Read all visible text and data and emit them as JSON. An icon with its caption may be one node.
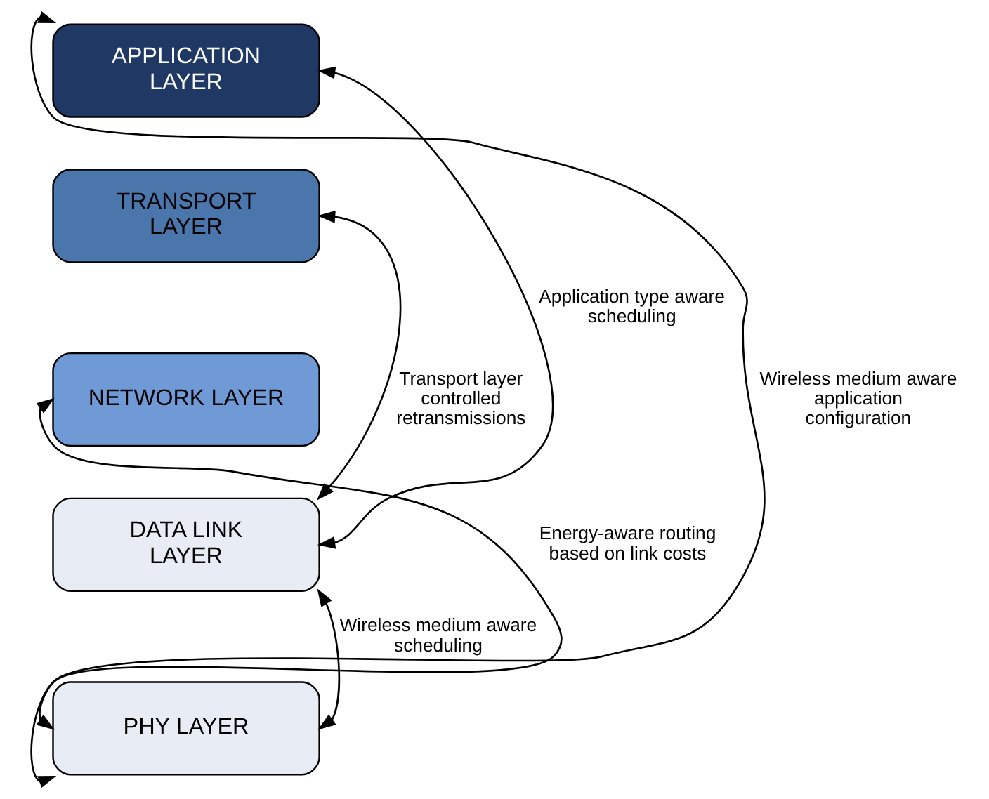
{
  "diagram": {
    "nodes": [
      {
        "text": [
          "APPLICATION LAYER"
        ]
      },
      {
        "text": [
          "TRANSPORT LAYER"
        ]
      },
      {
        "text": [
          "NETWORK LAYER"
        ]
      },
      {
        "text": [
          "DATA LINK LAYER"
        ]
      },
      {
        "text": [
          "PHY LAYER"
        ]
      }
    ],
    "edges": [
      {
        "from": 4,
        "to": 0,
        "arrow": "both",
        "label": "Wireless medium aware application configuration"
      },
      {
        "from": 2,
        "to": 4,
        "arrow": "both",
        "label": "Energy-aware routing based on link costs"
      },
      {
        "from": 0,
        "to": 3,
        "arrow": "both",
        "label": "Application type aware scheduling"
      },
      {
        "from": 1,
        "to": 3,
        "arrow": "both",
        "label": "Transport layer controlled retransmissions"
      },
      {
        "from": 3,
        "to": 4,
        "arrow": "both",
        "label": "Wireless medium aware scheduling"
      }
    ]
  }
}
